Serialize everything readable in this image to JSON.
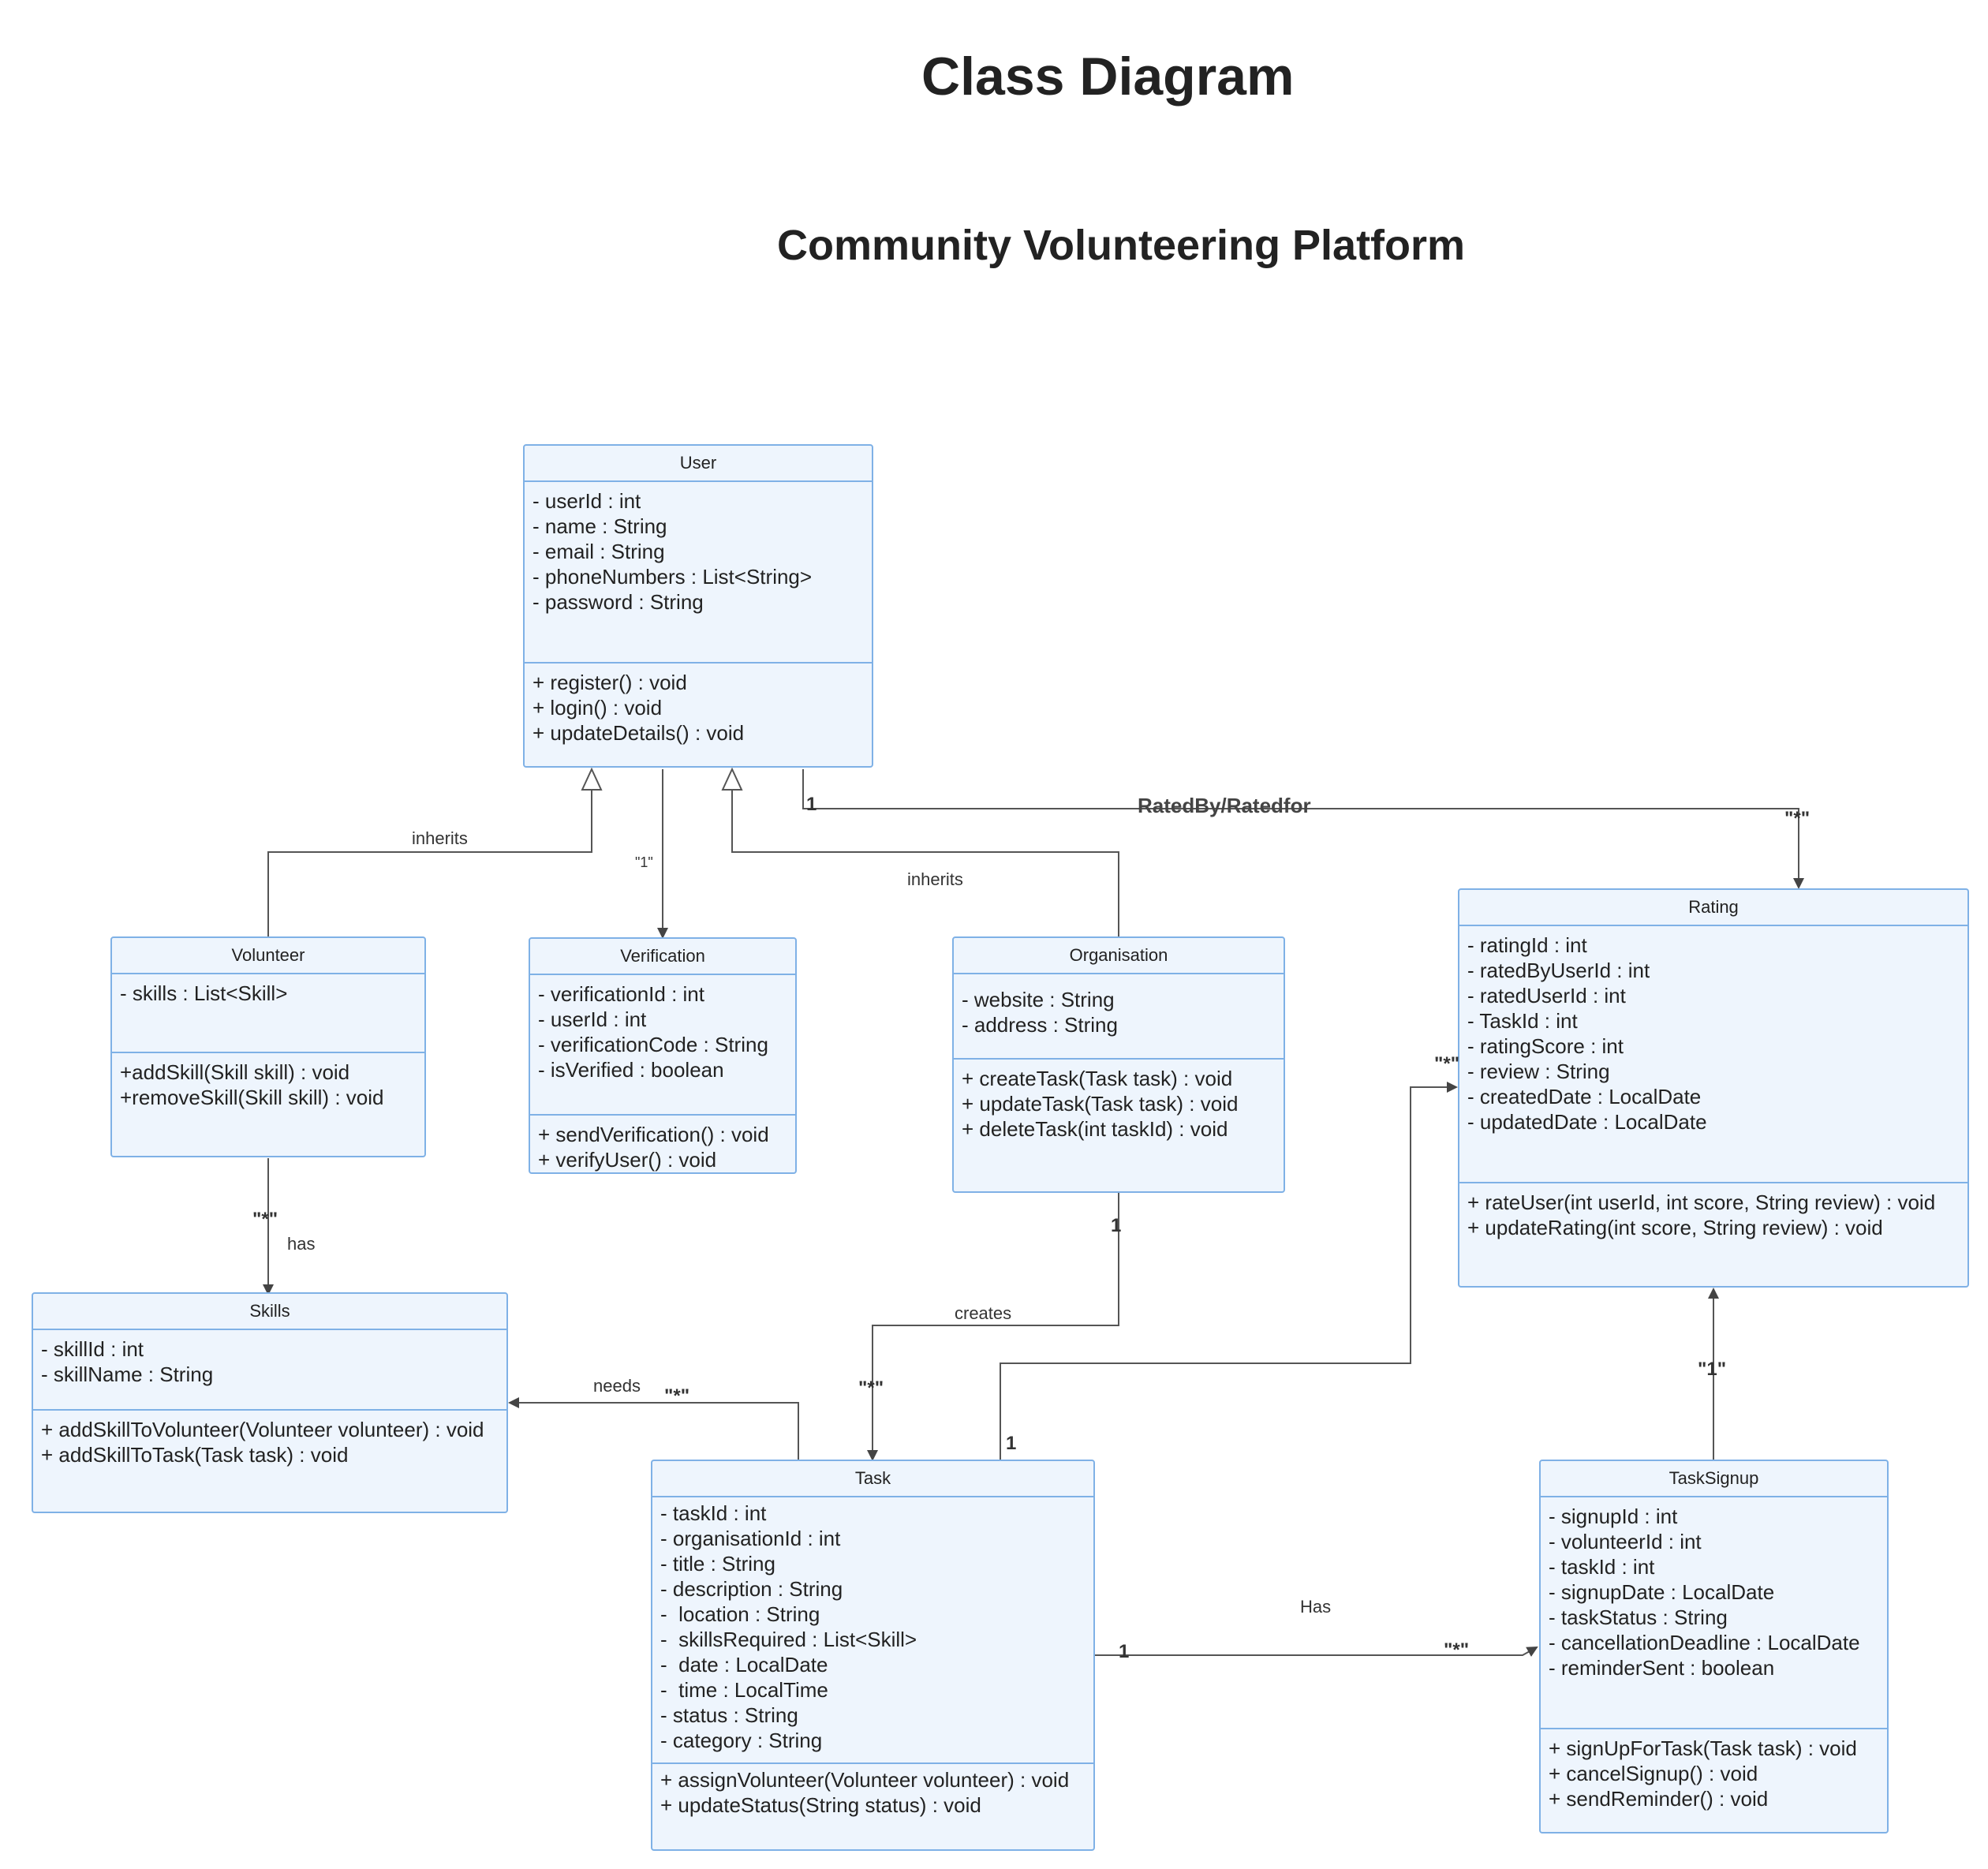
{
  "title": "Class Diagram",
  "subtitle": "Community Volunteering Platform",
  "classes": {
    "user": {
      "name": "User",
      "attributes": "- userId : int\n- name : String\n- email : String\n- phoneNumbers : List<String>\n- password : String",
      "methods": "+ register() : void\n+ login() : void\n+ updateDetails() : void"
    },
    "volunteer": {
      "name": "Volunteer",
      "attributes": "- skills : List<Skill>",
      "methods": "+addSkill(Skill skill) : void\n+removeSkill(Skill skill) : void"
    },
    "verification": {
      "name": "Verification",
      "attributes": "- verificationId : int\n- userId : int\n- verificationCode : String\n- isVerified : boolean",
      "methods": "+ sendVerification() : void\n+ verifyUser() : void"
    },
    "organisation": {
      "name": "Organisation",
      "attributes": "- website : String\n- address : String",
      "methods": "+ createTask(Task task) : void\n+ updateTask(Task task) : void\n+ deleteTask(int taskId) : void"
    },
    "rating": {
      "name": "Rating",
      "attributes": "- ratingId : int\n- ratedByUserId : int\n- ratedUserId : int\n- TaskId : int\n- ratingScore : int\n- review : String\n- createdDate : LocalDate\n- updatedDate : LocalDate",
      "methods": "+ rateUser(int userId, int score, String review) : void\n+ updateRating(int score, String review) : void"
    },
    "skills": {
      "name": "Skills",
      "attributes": "- skillId : int\n- skillName : String",
      "methods": "+ addSkillToVolunteer(Volunteer volunteer) : void\n+ addSkillToTask(Task task) : void"
    },
    "task": {
      "name": "Task",
      "attributes": "- taskId : int\n- organisationId : int\n- title : String\n- description : String\n-  location : String\n-  skillsRequired : List<Skill>\n-  date : LocalDate\n-  time : LocalTime\n- status : String\n- category : String",
      "methods": "+ assignVolunteer(Volunteer volunteer) : void\n+ updateStatus(String status) : void"
    },
    "tasksignup": {
      "name": "TaskSignup",
      "attributes": "- signupId : int\n- volunteerId : int\n- taskId : int\n- signupDate : LocalDate\n- taskStatus : String\n- cancellationDeadline : LocalDate\n- reminderSent : boolean",
      "methods": "+ signUpForTask(Task task) : void\n+ cancelSignup() : void\n+ sendReminder() : void"
    }
  },
  "labels": {
    "inherits_volunteer": "inherits",
    "inherits_organisation": "inherits",
    "verification_one": "\"1\"",
    "rated_by": "RatedBy/Ratedfor",
    "rated_one": "1",
    "rated_many": "\"*\"",
    "has_skills": "has",
    "has_skills_many": "\"*\"",
    "creates": "creates",
    "creates_one": "1",
    "creates_many": "\"*\"",
    "needs": "needs",
    "needs_many": "\"*\"",
    "task_rating_one": "1",
    "task_rating_many": "\"*\"",
    "signup_rating_one": "\"1\"",
    "has_signup": "Has",
    "has_signup_one": "1",
    "has_signup_many": "\"*\""
  },
  "colors": {
    "box_border": "#7fb1e6",
    "box_fill": "#eef5fd",
    "line": "#555555"
  }
}
